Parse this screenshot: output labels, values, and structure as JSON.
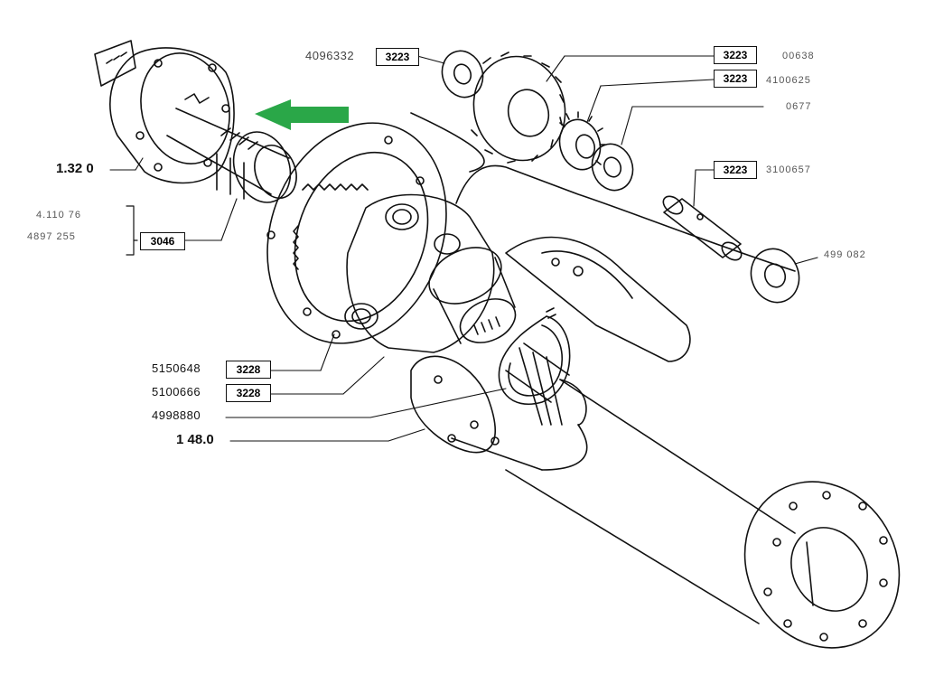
{
  "colors": {
    "line": "#111111",
    "arrow": "#2aa748",
    "paper": "#ffffff"
  },
  "labels": {
    "asm_1320": "1.32 0",
    "asm_1480": "1 48.0",
    "pn_5150648": "5150648",
    "pn_5100666": "5100666",
    "pn_4998880": "4998880",
    "pn_4096332": "4096332",
    "pn_top_right_1": "00638",
    "pn_top_right_2": "4100625",
    "pn_top_right_3": "0677",
    "pn_pin": "3100657",
    "pn_washer_right": "499 082",
    "left_group_line1": "4.110 76",
    "left_group_line2": "4897 255"
  },
  "refs": {
    "r3223_a": "3223",
    "r3223_b": "3223",
    "r3223_c": "3223",
    "r3223_d": "3223",
    "r3046": "3046",
    "r3228_a": "3228",
    "r3228_b": "3228"
  },
  "arrow": {
    "icon": "green-arrow-left-icon"
  }
}
